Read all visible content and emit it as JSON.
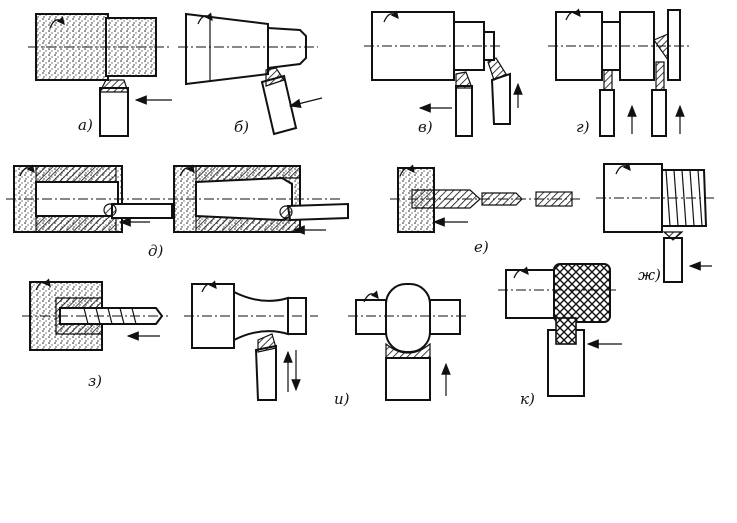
{
  "figure": {
    "labels": {
      "a": "а)",
      "b": "б)",
      "v": "в)",
      "g": "г)",
      "d": "д)",
      "e": "е)",
      "zh": "ж)",
      "z": "з)",
      "i": "и)",
      "k": "к)"
    }
  }
}
